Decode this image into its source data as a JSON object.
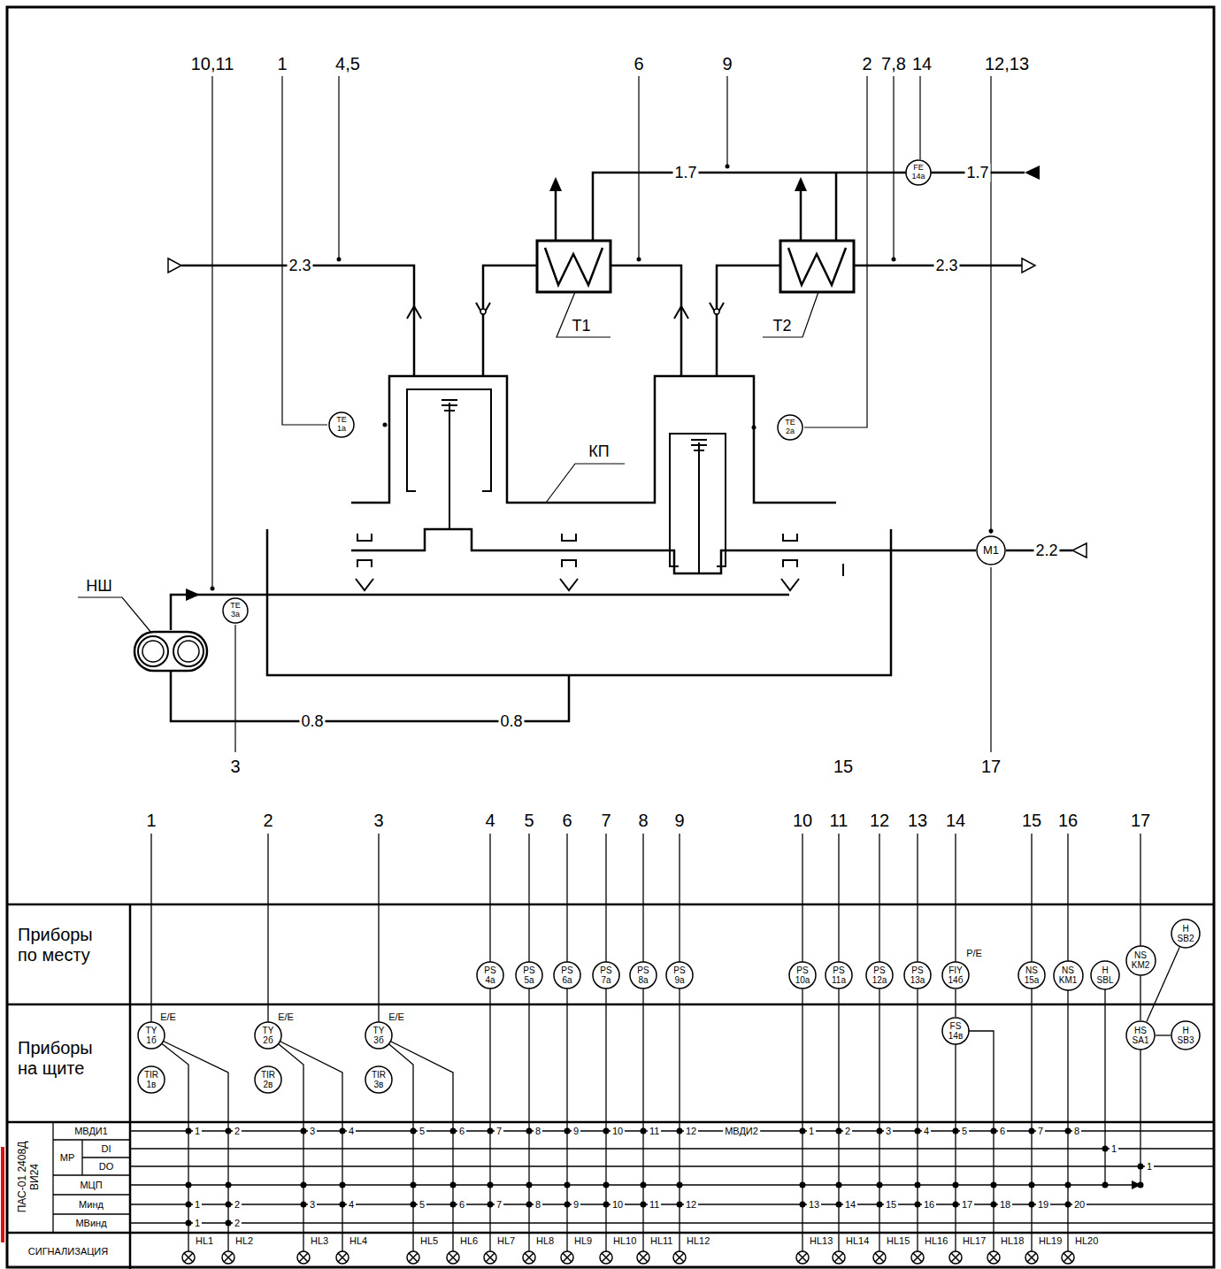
{
  "diagram": {
    "nodes": [
      {
        "text": [
          "FE",
          "14а"
        ]
      },
      {
        "text": [
          "TE",
          "1а"
        ]
      },
      {
        "text": [
          "TE",
          "2а"
        ]
      },
      {
        "text": [
          "M1"
        ]
      },
      {
        "text": [
          "TE",
          "3а"
        ]
      },
      {
        "text": [
          "H",
          "SB2"
        ]
      },
      {
        "text": [
          "NS",
          "KM2"
        ]
      },
      {
        "text": [
          "PS",
          "4а"
        ]
      },
      {
        "text": [
          "PS",
          "5а"
        ]
      },
      {
        "text": [
          "PS",
          "6а"
        ]
      },
      {
        "text": [
          "PS",
          "7а"
        ]
      },
      {
        "text": [
          "PS",
          "8а"
        ]
      },
      {
        "text": [
          "PS",
          "9а"
        ]
      },
      {
        "text": [
          "PS",
          "10а"
        ]
      },
      {
        "text": [
          "PS",
          "11а"
        ]
      },
      {
        "text": [
          "PS",
          "12а"
        ]
      },
      {
        "text": [
          "PS",
          "13а"
        ]
      },
      {
        "text": [
          "FIY",
          "14б"
        ]
      },
      {
        "text": [
          "NS",
          "15а"
        ]
      },
      {
        "text": [
          "NS",
          "KM1"
        ]
      },
      {
        "text": [
          "H",
          "SBL"
        ]
      },
      {
        "text": [
          "TY",
          "1б"
        ]
      },
      {
        "text": [
          "TY",
          "2б"
        ]
      },
      {
        "text": [
          "TY",
          "3б"
        ]
      },
      {
        "text": [
          "FS",
          "14в"
        ]
      },
      {
        "text": [
          "HS",
          "SA1"
        ]
      },
      {
        "text": [
          "H",
          "SB3"
        ]
      },
      {
        "text": [
          "TIR",
          "1в"
        ]
      },
      {
        "text": [
          "TIR",
          "2в"
        ]
      },
      {
        "text": [
          "TIR",
          "3в"
        ]
      }
    ],
    "edges": [
      {
        "from": 17,
        "to": 24,
        "arrow": "none"
      },
      {
        "from": 6,
        "to": 25,
        "arrow": "none"
      },
      {
        "from": 25,
        "to": 5,
        "arrow": "none"
      },
      {
        "from": 25,
        "to": 26,
        "arrow": "none"
      }
    ],
    "labels": [
      "10,11",
      "1",
      "4,5",
      "6",
      "9",
      "2",
      "7,8",
      "14",
      "12,13",
      "1.7",
      "1.7",
      "2.3",
      "2.3",
      "Т1",
      "Т2",
      "КП",
      "НШ",
      "2.2",
      "0.8",
      "0.8",
      "3",
      "15",
      "17",
      "1",
      "2",
      "3",
      "4",
      "5",
      "6",
      "7",
      "8",
      "9",
      "10",
      "11",
      "12",
      "13",
      "14",
      "15",
      "16",
      "17",
      "Приборы по месту",
      "Приборы на щите",
      "E/E",
      "E/E",
      "E/E",
      "P/E",
      "ПАС-01 2408Д ВИ24",
      "МР",
      "МВДИ1",
      "DI",
      "DO",
      "МЦП",
      "Минд",
      "МВинд",
      "СИГНАЛИЗАЦИЯ",
      "МВДИ2",
      "1",
      "2",
      "3",
      "4",
      "5",
      "6",
      "7",
      "8",
      "9",
      "10",
      "11",
      "12",
      "1",
      "2",
      "3",
      "4",
      "5",
      "6",
      "7",
      "8",
      "1",
      "1",
      "1",
      "2",
      "3",
      "4",
      "5",
      "6",
      "7",
      "8",
      "9",
      "10",
      "11",
      "12",
      "13",
      "14",
      "15",
      "16",
      "17",
      "18",
      "19",
      "20",
      "1",
      "2",
      "HL1",
      "HL2",
      "HL3",
      "HL4",
      "HL5",
      "HL6",
      "HL7",
      "HL8",
      "HL9",
      "HL10",
      "HL11",
      "HL12",
      "HL13",
      "HL14",
      "HL15",
      "HL16",
      "HL17",
      "HL18",
      "HL19",
      "HL20"
    ]
  }
}
